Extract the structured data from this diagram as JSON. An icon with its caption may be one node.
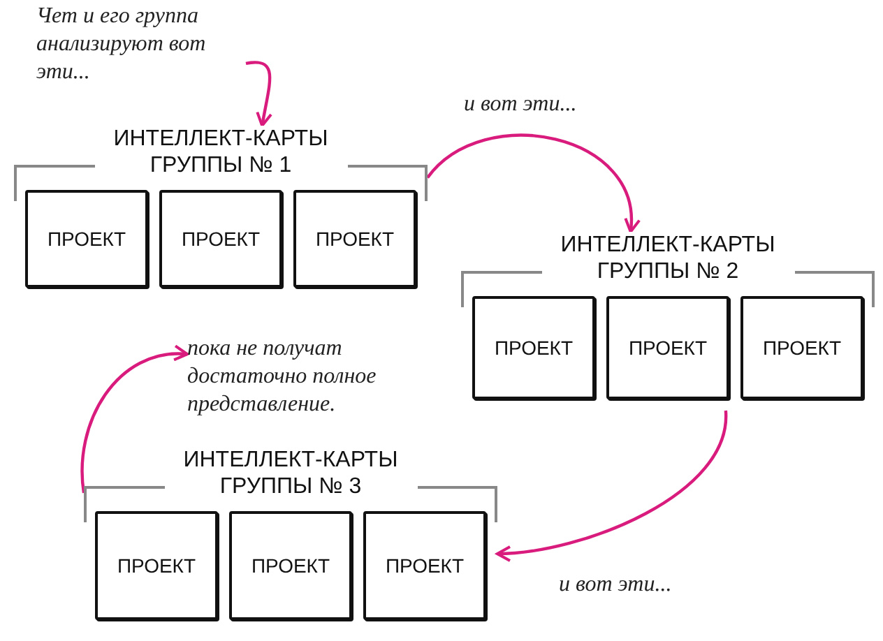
{
  "diagram": {
    "nodes": [
      {
        "text": [
          "Чет и его группа анализируют вот эти..."
        ]
      },
      {
        "text": [
          "ИНТЕЛЛЕКТ-КАРТЫ ГРУППЫ № 1"
        ]
      },
      {
        "text": [
          "ПРОЕКТ"
        ],
        "in": 1
      },
      {
        "text": [
          "ПРОЕКТ"
        ],
        "in": 1
      },
      {
        "text": [
          "ПРОЕКТ"
        ],
        "in": 1
      },
      {
        "text": [
          "ИНТЕЛЛЕКТ-КАРТЫ ГРУППЫ № 2"
        ]
      },
      {
        "text": [
          "ПРОЕКТ"
        ],
        "in": 5
      },
      {
        "text": [
          "ПРОЕКТ"
        ],
        "in": 5
      },
      {
        "text": [
          "ПРОЕКТ"
        ],
        "in": 5
      },
      {
        "text": [
          "ИНТЕЛЛЕКТ-КАРТЫ ГРУППЫ № 3"
        ]
      },
      {
        "text": [
          "ПРОЕКТ"
        ],
        "in": 9
      },
      {
        "text": [
          "ПРОЕКТ"
        ],
        "in": 9
      },
      {
        "text": [
          "ПРОЕКТ"
        ],
        "in": 9
      },
      {
        "text": [
          "пока не получат достаточно полное представление."
        ]
      }
    ],
    "edges": [
      {
        "from": 0,
        "to": 1,
        "arrow": "to"
      },
      {
        "from": 1,
        "to": 5,
        "arrow": "to",
        "label": "и вот эти..."
      },
      {
        "from": 5,
        "to": 9,
        "arrow": "to",
        "label": "и вот эти..."
      },
      {
        "from": 9,
        "to": 13,
        "arrow": "to"
      }
    ]
  }
}
